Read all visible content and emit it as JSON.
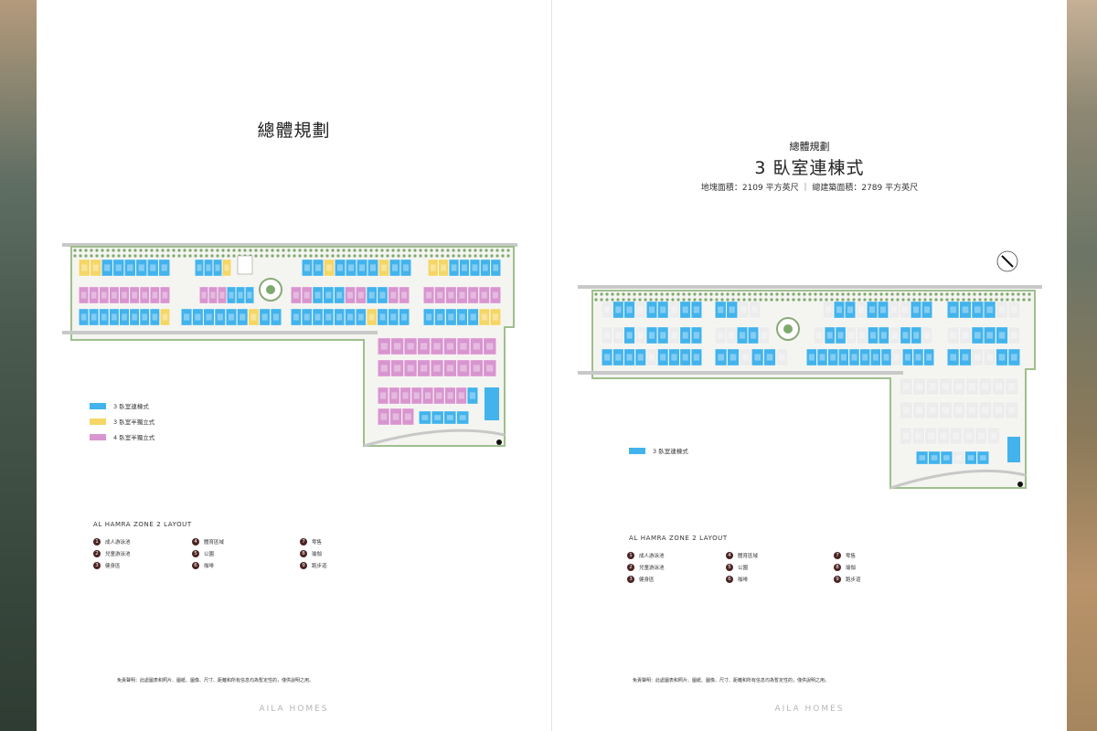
{
  "colors": {
    "townhouse_3br": "#42b3ec",
    "semi_3br": "#f5d666",
    "semi_4br": "#d895cf",
    "greenery": "#7ea96f",
    "road": "#c8c8c8",
    "amenity_badge": "#4a2323"
  },
  "left": {
    "title": "總體規劃",
    "legend": [
      {
        "label": "3 臥室連棟式",
        "color": "#42b3ec"
      },
      {
        "label": "3 臥室半獨立式",
        "color": "#f5d666"
      },
      {
        "label": "4 臥室半獨立式",
        "color": "#d895cf"
      }
    ],
    "zone_title": "AL HAMRA ZONE 2 LAYOUT",
    "amenities": [
      {
        "num": "1",
        "label": "成人游泳池"
      },
      {
        "num": "4",
        "label": "體育區域"
      },
      {
        "num": "7",
        "label": "零售"
      },
      {
        "num": "2",
        "label": "兒童游泳池"
      },
      {
        "num": "5",
        "label": "公園"
      },
      {
        "num": "8",
        "label": "瑜伽"
      },
      {
        "num": "3",
        "label": "健身區"
      },
      {
        "num": "6",
        "label": "咖啡"
      },
      {
        "num": "9",
        "label": "跑步道"
      }
    ],
    "disclaimer": "免責聲明：此處圖表和照片、圖紙、圖像、尺寸、距離和所有信息均為暫定性的，僅供說明之用。",
    "brand": "AILA HOMES"
  },
  "right": {
    "pre_title": "總體規劃",
    "title": "3 臥室連棟式",
    "area_line": "地塊面積：2109 平方英尺 ｜ 總建築面積：2789 平方英尺",
    "legend": [
      {
        "label": "3 臥室連棟式",
        "color": "#42b3ec"
      }
    ],
    "zone_title": "AL HAMRA ZONE 2 LAYOUT",
    "amenities": [
      {
        "num": "1",
        "label": "成人游泳池"
      },
      {
        "num": "4",
        "label": "體育區域"
      },
      {
        "num": "7",
        "label": "零售"
      },
      {
        "num": "2",
        "label": "兒童游泳池"
      },
      {
        "num": "5",
        "label": "公園"
      },
      {
        "num": "8",
        "label": "瑜伽"
      },
      {
        "num": "3",
        "label": "健身區"
      },
      {
        "num": "6",
        "label": "咖啡"
      },
      {
        "num": "9",
        "label": "跑步道"
      }
    ],
    "disclaimer": "免責聲明：此處圖表和照片、圖紙、圖像、尺寸、距離和所有信息均為暫定性的，僅供說明之用。",
    "brand": "AILA HOMES"
  }
}
